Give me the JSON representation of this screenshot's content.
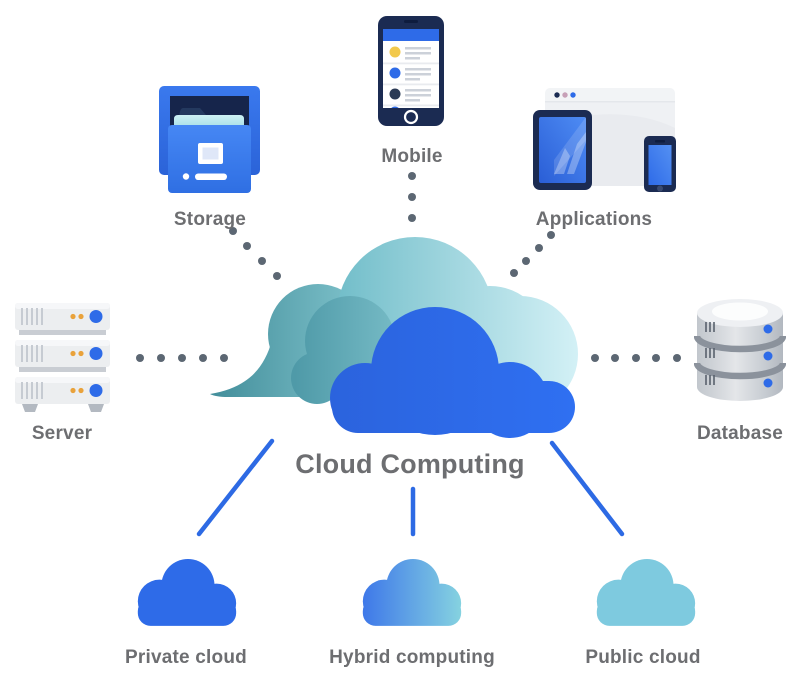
{
  "title": "Cloud Computing",
  "nodes": {
    "storage": "Storage",
    "mobile": "Mobile",
    "applications": "Applications",
    "server": "Server",
    "database": "Database"
  },
  "cloud_types": {
    "private": "Private cloud",
    "hybrid": "Hybrid computing",
    "public": "Public cloud"
  },
  "connections": [
    {
      "from": "storage",
      "to": "cloud-computing",
      "style": "dotted"
    },
    {
      "from": "mobile",
      "to": "cloud-computing",
      "style": "dotted"
    },
    {
      "from": "applications",
      "to": "cloud-computing",
      "style": "dotted"
    },
    {
      "from": "server",
      "to": "cloud-computing",
      "style": "dotted"
    },
    {
      "from": "database",
      "to": "cloud-computing",
      "style": "dotted"
    },
    {
      "from": "cloud-computing",
      "to": "private",
      "style": "solid"
    },
    {
      "from": "cloud-computing",
      "to": "hybrid",
      "style": "solid"
    },
    {
      "from": "cloud-computing",
      "to": "public",
      "style": "solid"
    }
  ],
  "colors": {
    "primary_blue": "#2e6be8",
    "connector_blue": "#2d6ae4",
    "navy": "#1b2b52",
    "teal_dark": "#3e8a97",
    "teal_light": "#d8f3f8",
    "public_cloud_cyan": "#7ecadf",
    "label_gray": "#6d6e71",
    "dot_gray": "#5c6773",
    "orange": "#e9a23b",
    "server_gray": "#eceef0",
    "database_gray": "#d4d8dd",
    "yellow": "#f2c94c"
  }
}
